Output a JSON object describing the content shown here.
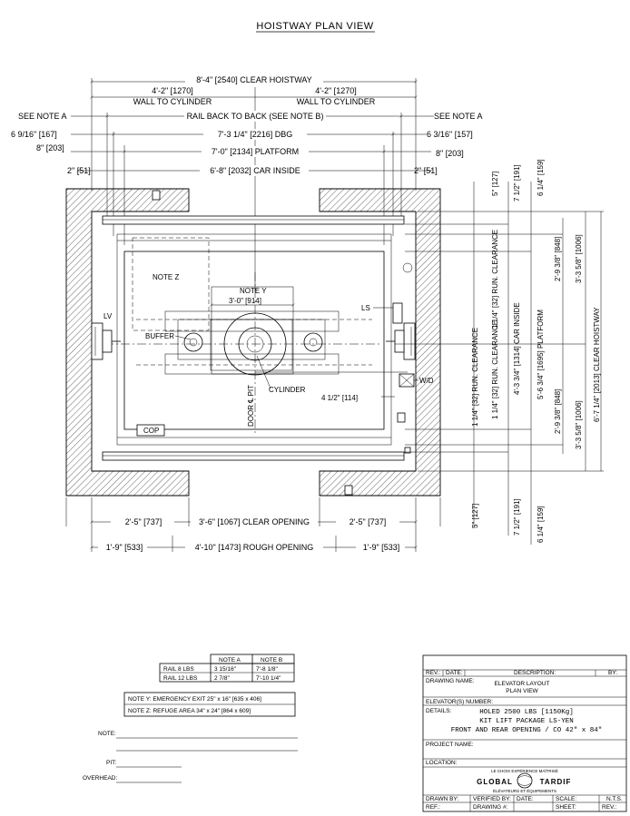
{
  "title": "HOISTWAY PLAN VIEW",
  "dims_top": {
    "clear_hoistway": "8'-4\" [2540] CLEAR HOISTWAY",
    "half_left_value": "4'-2\" [1270]",
    "half_left_label": "WALL TO CYLINDER",
    "half_right_value": "4'-2\" [1270]",
    "half_right_label": "WALL TO CYLINDER",
    "see_note_a_left": "SEE NOTE A",
    "rail_back": "RAIL BACK TO BACK (SEE NOTE B)",
    "see_note_a_right": "SEE NOTE A",
    "dbg_left": "6 9/16\" [167]",
    "dbg": "7'-3 1/4\" [2216] DBG",
    "dbg_right": "6 3/16\" [157]",
    "plat_left": "8\" [203]",
    "platform": "7'-0\" [2134] PLATFORM",
    "plat_right": "8\" [203]",
    "car_left": "2\" [51]",
    "car_inside": "6'-8\" [2032] CAR INSIDE",
    "car_right": "2\" [51]"
  },
  "labels": {
    "note_z": "NOTE Z",
    "note_y": "NOTE Y",
    "cyl_dim": "3'-0\" [914]",
    "buffer": "BUFFER",
    "cylinder": "CYLINDER",
    "door_cl": "DOOR ℄ PIT",
    "lv": "LV",
    "ls": "LS",
    "wd": "W/D",
    "cop": "COP",
    "offset": "4 1/2\" [114]"
  },
  "dims_bottom": {
    "left_wall": "2'-5\" [737]",
    "clear_opening": "3'-6\" [1067] CLEAR OPENING",
    "right_wall": "2'-5\" [737]",
    "left_rough": "1'-9\" [533]",
    "rough_opening": "4'-10\" [1473] ROUGH OPENING",
    "right_rough": "1'-9\" [533]"
  },
  "dims_right": {
    "c1_top": "5\" [127]",
    "c1_run_top": "1 1/4\" [32] RUN. CLEARANCE",
    "c1_run_bottom": "1 1/4\" [32] RUN. CLEARANCE",
    "c1_bottom": "5\" [127]",
    "c2_top": "7 1/2\" [191]",
    "c2_run": "1 1/4\" [32] RUN. CLEARANCE",
    "c2_car": "4'-3 3/4\" [1314] CAR INSIDE",
    "c2_bottom": "7 1/2\" [191]",
    "c3_top": "6 1/4\" [159]",
    "c3_up": "2'-9 3/8\" [848]",
    "c3_platform": "5'-6 3/4\" [1695] PLATFORM",
    "c3_down": "2'-9 3/8\" [848]",
    "c3_bottom": "6 1/4\" [159]",
    "c4_up": "3'-3 5/8\" [1006]",
    "c4_down": "3'-3 5/8\" [1006]",
    "c5_clear": "6'-7 1/4\" [2013] CLEAR HOISTWAY"
  },
  "notes_table": {
    "headers": [
      "",
      "NOTE A",
      "NOTE B"
    ],
    "rows": [
      [
        "RAIL 8 LBS",
        "3 15/16\"",
        "7'-8 1/8\""
      ],
      [
        "RAIL 12 LBS",
        "2 7/8\"",
        "7'-10 1/4\""
      ]
    ]
  },
  "notes": {
    "y": "NOTE Y: EMERGENCY EXIT 25\" x 16\" [635 x 406]",
    "z": "NOTE Z: REFUGE AREA 34\" x 24\" [864 x 609]"
  },
  "fill_fields": {
    "note": "NOTE:",
    "pit": "PIT:",
    "overhead": "OVERHEAD:"
  },
  "title_block": {
    "rev": "REV.:",
    "date": "DATE:",
    "description": "DESCRIPTION:",
    "by": "BY:",
    "drawing_name_label": "DRAWING NAME:",
    "drawing_name_1": "ELEVATOR LAYOUT",
    "drawing_name_2": "PLAN VIEW",
    "elevator_no": "ELEVATOR(S) NUMBER:",
    "details_label": "DETAILS:",
    "details_1": "HOLED 2500 LBS [1150Kg]",
    "details_2": "KIT LIFT PACKAGE LS-YEN",
    "details_3": "FRONT AND REAR OPENING / CO 42\" x 84\"",
    "project_name": "PROJECT NAME:",
    "location": "LOCATION:",
    "logo_top": "LE CHOIX EXPÉRIENCE MAÎTRISÉ",
    "logo_left": "GLOBAL",
    "logo_right": "TARDIF",
    "logo_bottom": "ÉLÉVATEURS ET ÉQUIPEMENTS",
    "drawn_by": "DRAWN BY:",
    "verified_by": "VERIFIED BY:",
    "date2": "DATE:",
    "scale": "SCALE:",
    "scale_val": "N.T.S.",
    "ref": "REF.:",
    "drawing_no": "DRAWING #:",
    "sheet": "SHEET:",
    "rev2": "REV.:"
  }
}
